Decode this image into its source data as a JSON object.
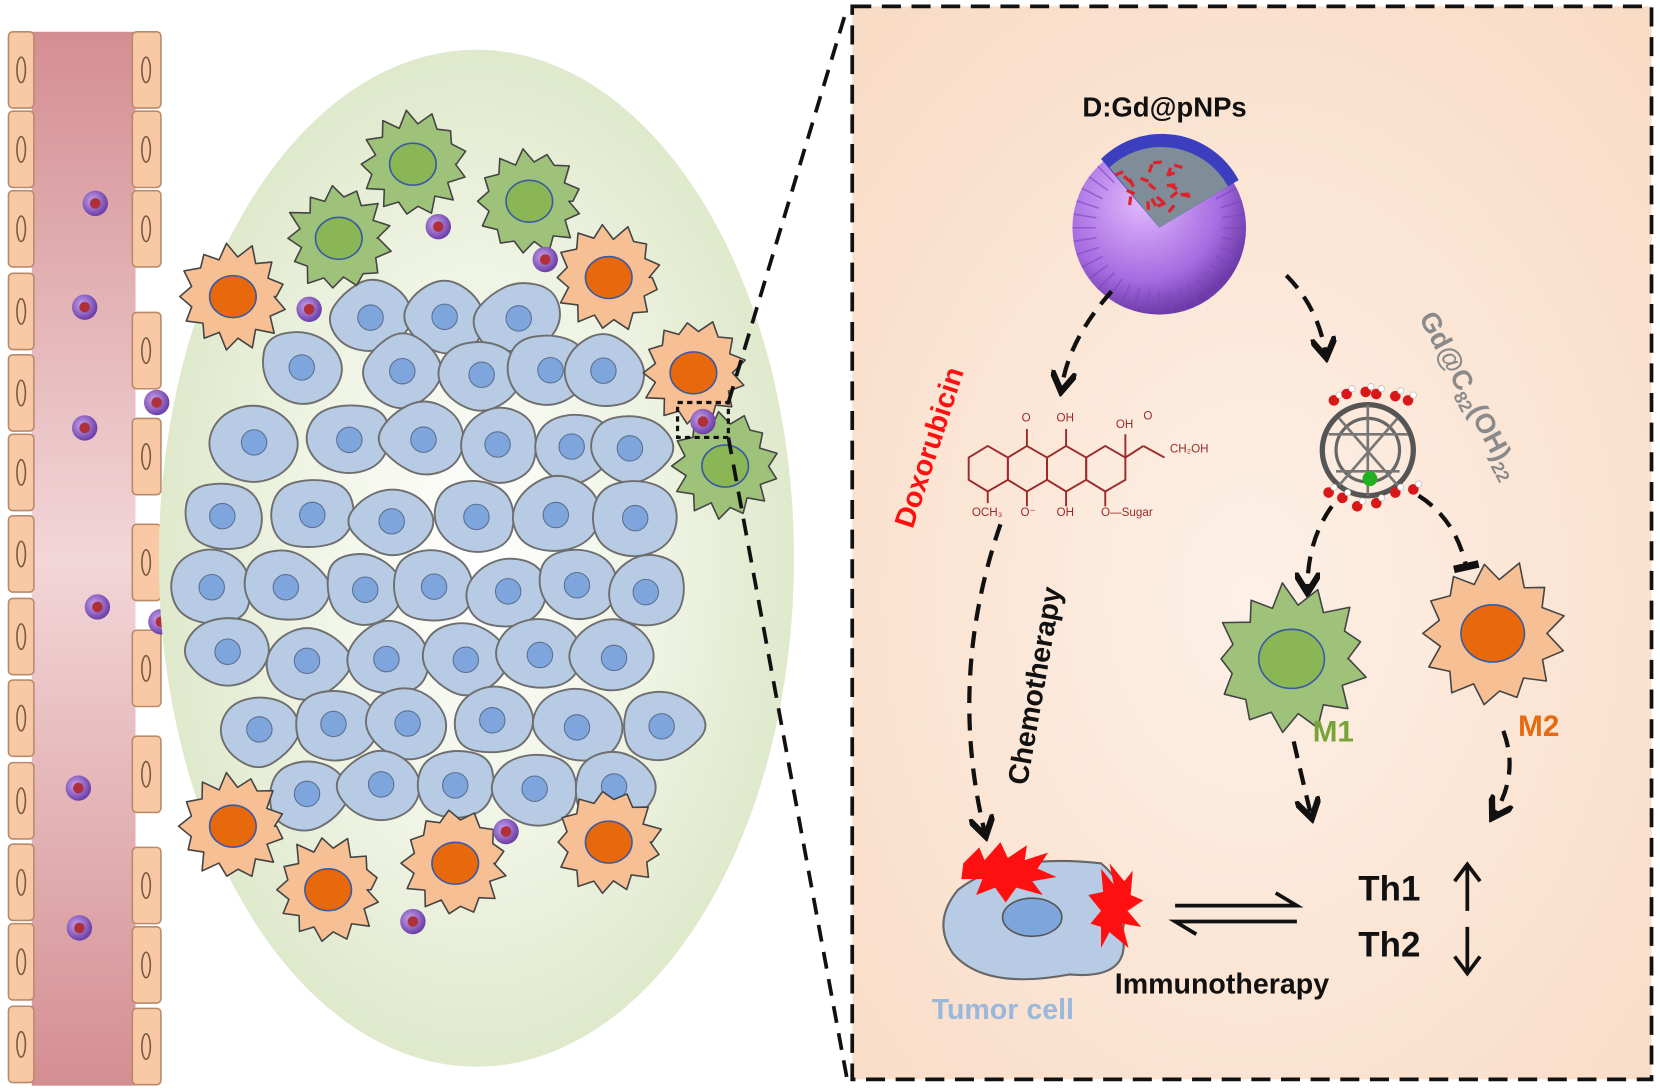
{
  "labels": {
    "nanoparticle": "D:Gd@pNPs",
    "drug": "Doxorubicin",
    "chemotherapy": "Chemotherapy",
    "fullerenol_main": "Gd@C",
    "fullerenol_sub1": "82",
    "fullerenol_mid": "(OH)",
    "fullerenol_sub2": "22",
    "m1": "M1",
    "m2": "M2",
    "th1": "Th1",
    "th2": "Th2",
    "tumor_cell": "Tumor cell",
    "immunotherapy": "Immunotherapy"
  },
  "chem_structure": {
    "o_top": "O",
    "oh_top": "OH",
    "oh_right": "OH",
    "o_ketone": "O",
    "ch2oh": "CH₂OH",
    "och3": "OCH₃",
    "o_bottom": "O⁻",
    "oh_bottom": "OH",
    "o_sugar": "O—Sugar"
  },
  "colors": {
    "drug_text": "#ff1010",
    "fullerenol_text": "#8a8a8a",
    "m1_text": "#77a337",
    "m2_text": "#e86a10",
    "tumor_text": "#9ab7dc",
    "panel_bg": "#fbe2cf",
    "tumor_cell": "#b8cbe4",
    "m1_cell": "#9fc27a",
    "m2_cell": "#f7bf94",
    "vessel": "#d99a9a"
  }
}
